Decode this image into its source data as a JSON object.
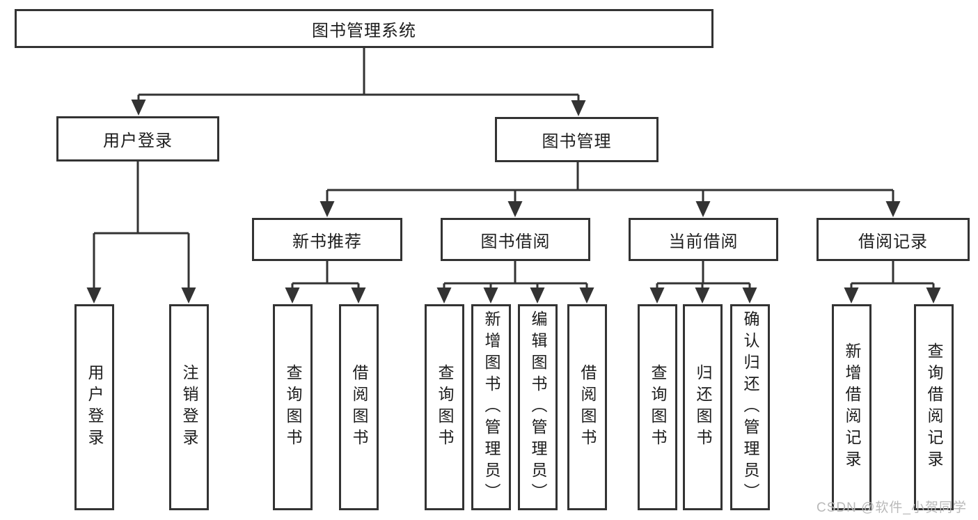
{
  "diagram": {
    "title": "图书管理系统",
    "branches": [
      {
        "label": "用户登录",
        "children": [
          {
            "label": "用户登录"
          },
          {
            "label": "注销登录"
          }
        ]
      },
      {
        "label": "图书管理",
        "children": [
          {
            "label": "新书推荐",
            "children": [
              {
                "label": "查询图书"
              },
              {
                "label": "借阅图书"
              }
            ]
          },
          {
            "label": "图书借阅",
            "children": [
              {
                "label": "查询图书"
              },
              {
                "label": "新增图书（管理员）"
              },
              {
                "label": "编辑图书（管理员）"
              },
              {
                "label": "借阅图书"
              }
            ]
          },
          {
            "label": "当前借阅",
            "children": [
              {
                "label": "查询图书"
              },
              {
                "label": "归还图书"
              },
              {
                "label": "确认归还（管理员）"
              }
            ]
          },
          {
            "label": "借阅记录",
            "children": [
              {
                "label": "新增借阅记录"
              },
              {
                "label": "查询借阅记录"
              }
            ]
          }
        ]
      }
    ]
  },
  "watermark": {
    "text": "CSDN @软件_小贺同学"
  },
  "colors": {
    "line": "#333333",
    "text": "#1d1d1d",
    "watermark_text": "#b9b9b9",
    "background": "#ffffff"
  }
}
